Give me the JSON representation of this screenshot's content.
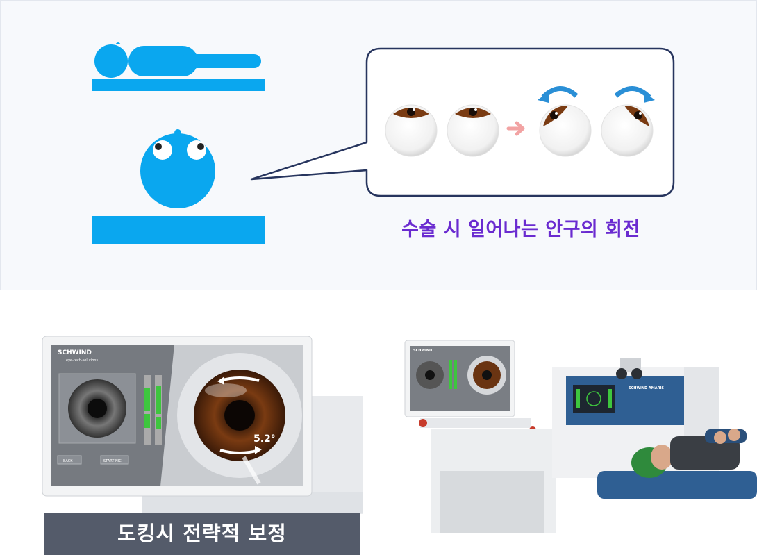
{
  "diagram": {
    "caption": "수술 시 일어나는 안구의 회전"
  },
  "monitor": {
    "brand": "SCHWIND",
    "tagline": "eye-tech-solutions",
    "rotation_readout": "5.2°",
    "left_button": "BACK",
    "right_button": "START NIC"
  },
  "laser": {
    "brand_small": "SCHWIND",
    "model_label": "SCHWIND AMARIS"
  },
  "bottom": {
    "caption": "도킹시 전략적 보정"
  },
  "colors": {
    "figure_blue": "#0aa7ef",
    "caption_purple": "#6a2bd0",
    "iris_brown": "#7a3b12",
    "bar_gray": "#545b6a",
    "machine_blue": "#2f5f93"
  }
}
